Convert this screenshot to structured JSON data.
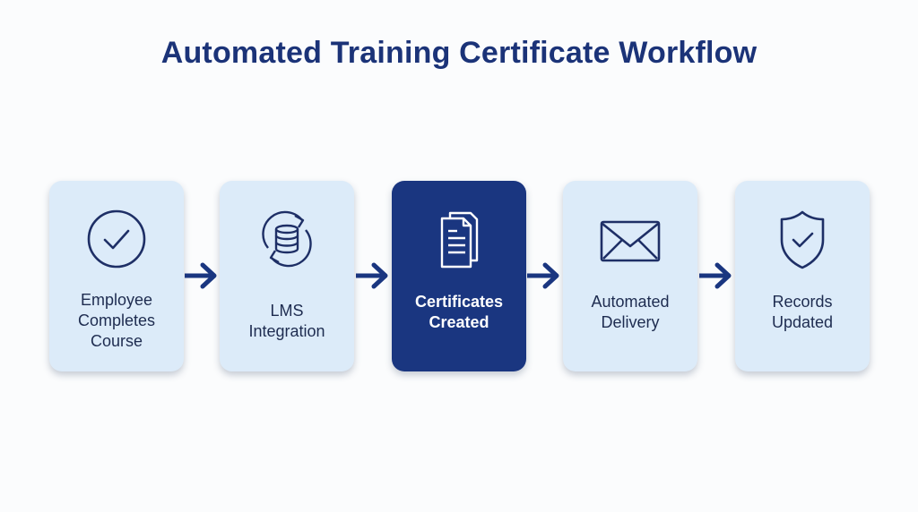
{
  "title": "Automated Training Certificate Workflow",
  "colors": {
    "primary": "#1a3680",
    "card_bg": "#dcebf9",
    "text": "#1e2c50"
  },
  "steps": [
    {
      "label_lines": [
        "Employee",
        "Completes",
        "Course"
      ],
      "icon": "check-circle-icon",
      "active": false
    },
    {
      "label_lines": [
        "LMS",
        "Integration"
      ],
      "icon": "database-sync-icon",
      "active": false
    },
    {
      "label_lines": [
        "Certificates",
        "Created"
      ],
      "icon": "documents-icon",
      "active": true
    },
    {
      "label_lines": [
        "Automated",
        "Delivery"
      ],
      "icon": "envelope-icon",
      "active": false
    },
    {
      "label_lines": [
        "Records",
        "Updated"
      ],
      "icon": "shield-check-icon",
      "active": false
    }
  ]
}
